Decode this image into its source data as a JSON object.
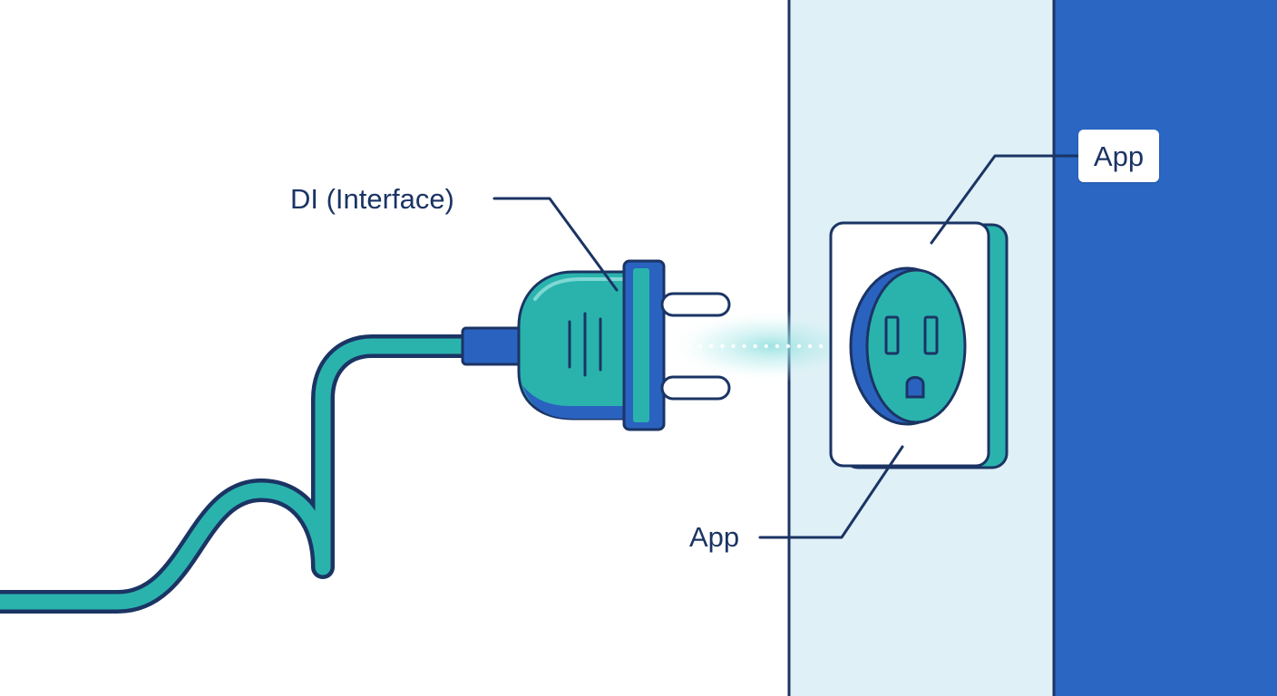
{
  "labels": {
    "interface": "DI (Interface)",
    "socket_top": "App",
    "socket_bottom": "App"
  },
  "colors": {
    "outline": "#1b3464",
    "teal": "#2ab3ad",
    "blue": "#2a62c0",
    "wall_light": "#dff0f6",
    "wall_dark": "#2a66c2",
    "background": "#ffffff"
  },
  "icons": [
    "plug-icon",
    "power-cord",
    "wall-socket-icon"
  ]
}
